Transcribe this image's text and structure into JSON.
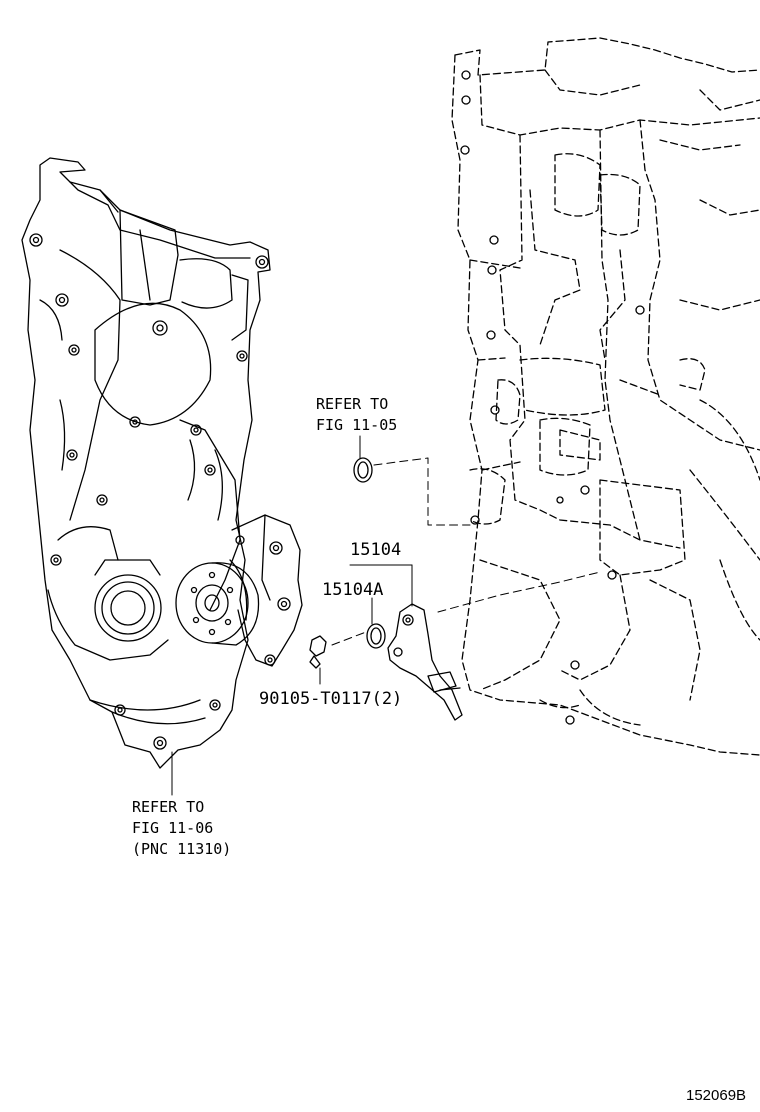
{
  "labels": {
    "refer_1105": [
      "REFER TO",
      "FIG 11-05"
    ],
    "refer_1106": [
      "REFER TO",
      "FIG 11-06",
      "(PNC 11310)"
    ],
    "part_15104": "15104",
    "part_15104A": "15104A",
    "part_90105": "90105-T0117(2)",
    "figure_id": "152069B"
  }
}
